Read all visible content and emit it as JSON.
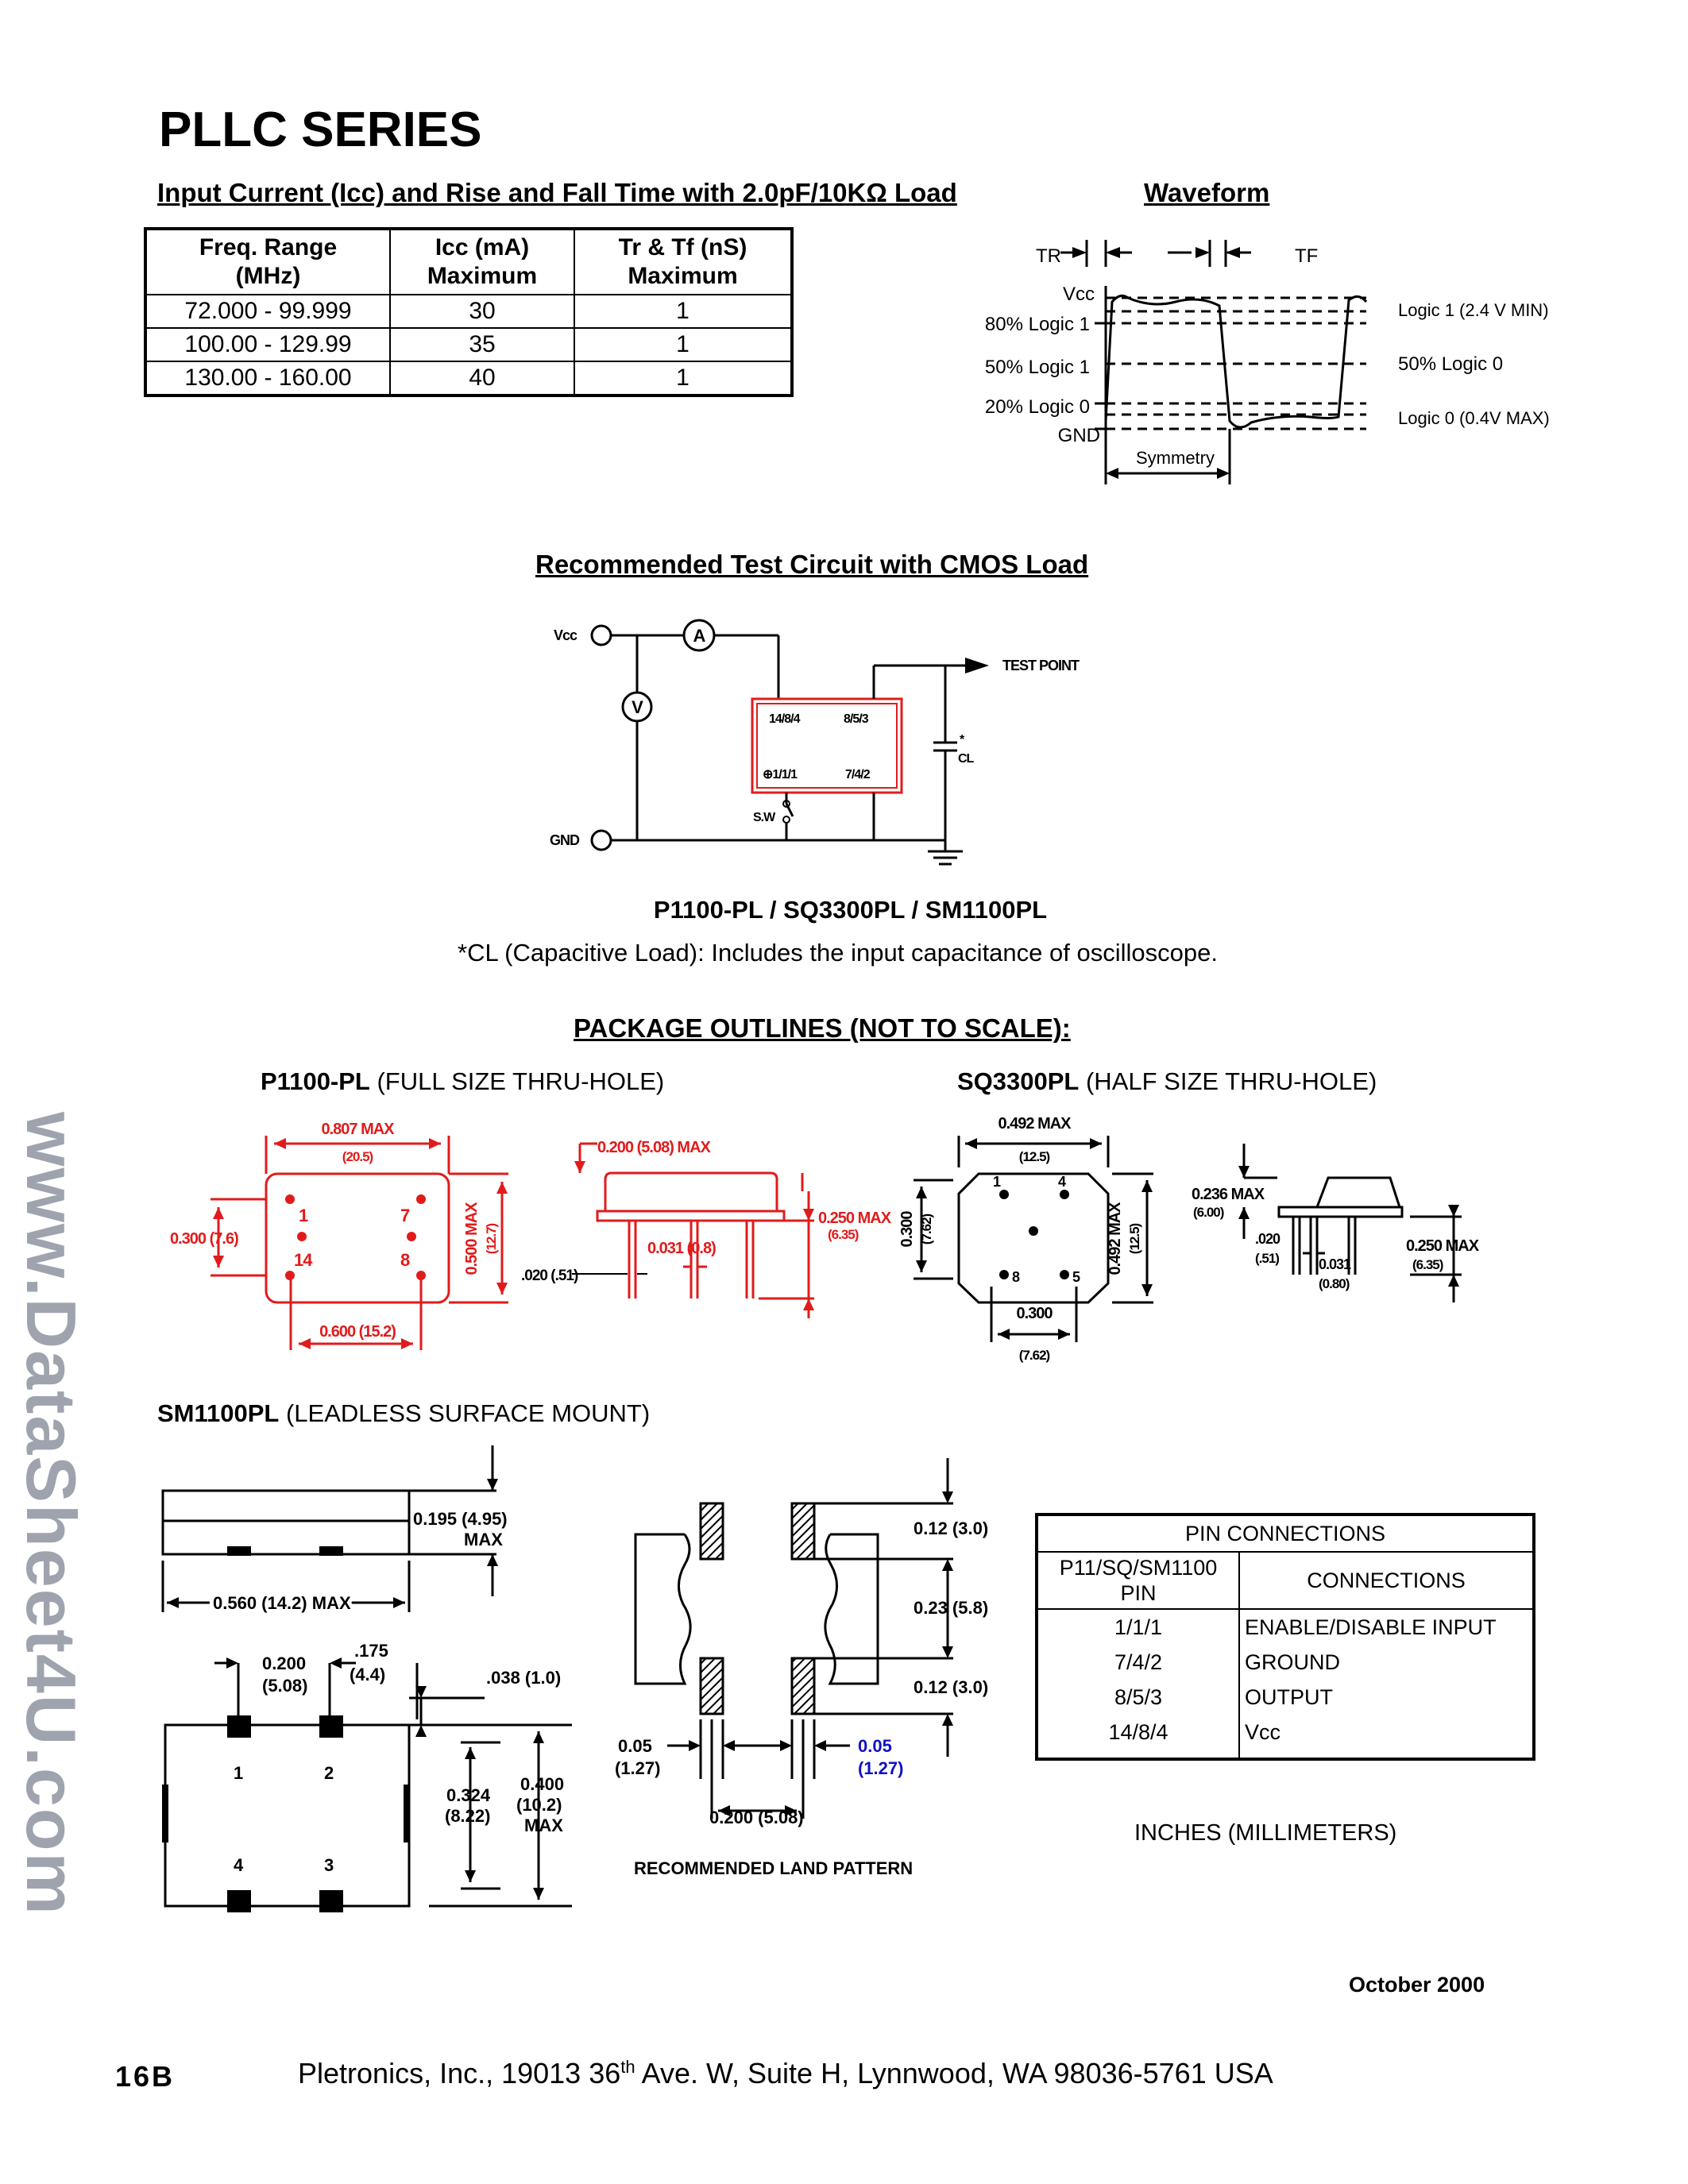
{
  "page_title": "PLLC SERIES",
  "icc_section": {
    "title": "Input Current (Icc) and Rise and Fall Time with 2.0pF/10KΩ  Load",
    "columns": [
      {
        "line1": "Freq. Range",
        "line2": "(MHz)"
      },
      {
        "line1": "Icc (mA)",
        "line2": "Maximum"
      },
      {
        "line1": "Tr & Tf (nS)",
        "line2": "Maximum"
      }
    ],
    "rows": [
      [
        "72.000 - 99.999",
        "30",
        "1"
      ],
      [
        "100.00 - 129.99",
        "35",
        "1"
      ],
      [
        "130.00 - 160.00",
        "40",
        "1"
      ]
    ]
  },
  "waveform": {
    "title": "Waveform",
    "tr": "TR",
    "tf": "TF",
    "vcc": "Vcc",
    "l80": "80% Logic 1",
    "l50": "50% Logic 1",
    "l20": "20% Logic 0",
    "gnd": "GND",
    "logic1": "Logic 1 (2.4 V MIN)",
    "logic50": "50% Logic 0",
    "logic0": "Logic 0 (0.4V MAX)",
    "symmetry": "Symmetry"
  },
  "test_circuit": {
    "title": "Recommended Test Circuit with CMOS Load",
    "vcc": "Vcc",
    "gnd": "GND",
    "ammeter": "A",
    "voltmeter": "V",
    "test_point": "TEST POINT",
    "pin_tl": "14/8/4",
    "pin_tr": "8/5/3",
    "pin_bl": "⊕1/1/1",
    "pin_br": "7/4/2",
    "switch": "S.W",
    "cap_star": "*",
    "cl": "CL",
    "models": "P1100-PL / SQ3300PL / SM1100PL",
    "note": "*CL (Capacitive Load): Includes the input capacitance of oscilloscope."
  },
  "packages": {
    "title": "PACKAGE OUTLINES (NOT TO SCALE):",
    "p1100": {
      "name": "P1100-PL",
      "desc": " (FULL SIZE THRU-HOLE)",
      "width_max": "0.807 MAX",
      "width_mm": "(20.5)",
      "h1": "0.300 (7.6)",
      "h2": "0.500 MAX",
      "h2_mm": "(12.7)",
      "pitch": "0.600 (15.2)",
      "pin1": "1",
      "pin7": "7",
      "pin8": "8",
      "pin14": "14",
      "side_height": "0.200 (5.08) MAX",
      "lead_len": "0.250 MAX",
      "lead_len_mm": "(6.35)",
      "lead_w": "0.031 (0.8)",
      "lead_d": ".020 (.51)"
    },
    "sq3300": {
      "name": "SQ3300PL",
      "desc": " (HALF SIZE THRU-HOLE)",
      "w": "0.492 MAX",
      "w_mm": "(12.5)",
      "h": "0.300",
      "h_mm": "(7.62)",
      "h2": "0.492 MAX",
      "h2_mm": "(12.5)",
      "bottom": "0.300",
      "bottom_mm": "(7.62)",
      "pin1": "1",
      "pin4": "4",
      "pin8": "8",
      "pin5": "5",
      "side_height": "0.236 MAX",
      "side_height_mm": "(6.00)",
      "lead_d": ".020",
      "lead_d_mm": "(.51)",
      "lead_w": "0.031",
      "lead_w_mm": "(0.80)",
      "lead_len": "0.250 MAX",
      "lead_len_mm": "(6.35)"
    },
    "sm1100": {
      "name": "SM1100PL",
      "desc": " (LEADLESS SURFACE MOUNT)",
      "height": "0.195 (4.95)",
      "height_max": "MAX",
      "length": "0.560 (14.2) MAX",
      "pitch": "0.200",
      "pitch_mm": "(5.08)",
      "pad_w": ".175",
      "pad_w_mm": "(4.4)",
      "pad_h": ".038 (1.0)",
      "row_pitch": "0.324",
      "row_pitch_mm": "(8.22)",
      "total": "0.400",
      "total_mm": "(10.2)",
      "total_max": "MAX",
      "pin1": "1",
      "pin2": "2",
      "pin3": "3",
      "pin4": "4"
    },
    "land": {
      "p1": "0.12 (3.0)",
      "p2": "0.23 (5.8)",
      "p3": "0.12 (3.0)",
      "w1": "0.05",
      "w1_mm": "(1.27)",
      "w2": "0.05",
      "w2_mm": "(1.27)",
      "span": "0.200 (5.08)",
      "title": "RECOMMENDED LAND PATTERN",
      "w2_color": "#1010c8"
    },
    "pin_connections": {
      "title": "PIN CONNECTIONS",
      "col1_line1": "P11/SQ/SM1100",
      "col1_line2": "PIN",
      "col2": "CONNECTIONS",
      "rows": [
        [
          "1/1/1",
          "ENABLE/DISABLE INPUT"
        ],
        [
          "7/4/2",
          "GROUND"
        ],
        [
          "8/5/3",
          "OUTPUT"
        ],
        [
          "14/8/4",
          "Vcc"
        ]
      ]
    },
    "units": "INCHES (MILLIMETERS)"
  },
  "date": "October 2000",
  "footer": {
    "page": "16B",
    "address_pre": "Pletronics, Inc., 19013 36",
    "address_sup": "th",
    "address_post": " Ave. W, Suite H, Lynnwood, WA 98036-5761 USA"
  },
  "watermark": "www.DataSheet4U.com",
  "colors": {
    "red_drawing": "#e11b1b",
    "blue_text": "#1010c8",
    "watermark": "#9fa3ad"
  }
}
